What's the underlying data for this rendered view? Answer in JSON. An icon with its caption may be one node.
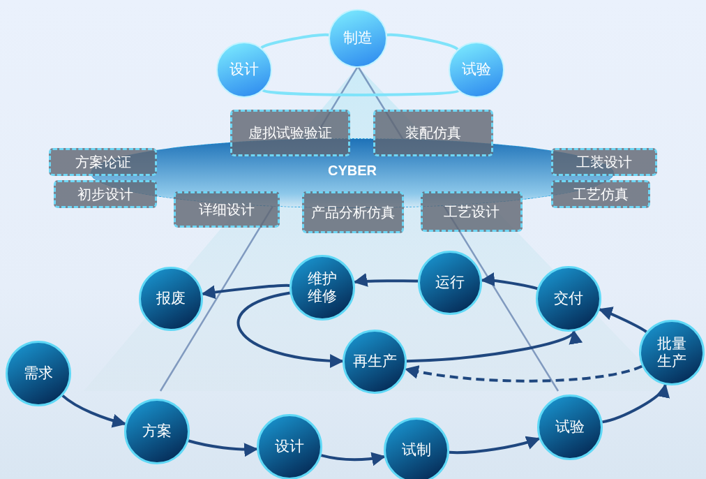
{
  "diagram": {
    "nodes": [
      {
        "text": [
          "设计"
        ]
      },
      {
        "text": [
          "制造"
        ]
      },
      {
        "text": [
          "试验"
        ]
      },
      {
        "text": [
          "CYBER"
        ]
      },
      {
        "text": [
          "虚拟试验验证"
        ]
      },
      {
        "text": [
          "装配仿真"
        ]
      },
      {
        "text": [
          "方案论证"
        ]
      },
      {
        "text": [
          "工装设计"
        ]
      },
      {
        "text": [
          "初步设计"
        ]
      },
      {
        "text": [
          "工艺仿真"
        ]
      },
      {
        "text": [
          "详细设计"
        ]
      },
      {
        "text": [
          "产品分析仿真"
        ]
      },
      {
        "text": [
          "工艺设计"
        ]
      },
      {
        "text": [
          "报废"
        ]
      },
      {
        "text": [
          "维护维修"
        ]
      },
      {
        "text": [
          "运行"
        ]
      },
      {
        "text": [
          "交付"
        ]
      },
      {
        "text": [
          "再生产"
        ]
      },
      {
        "text": [
          "批量生产"
        ]
      },
      {
        "text": [
          "需求"
        ]
      },
      {
        "text": [
          "方案"
        ]
      },
      {
        "text": [
          "设计"
        ]
      },
      {
        "text": [
          "试制"
        ]
      },
      {
        "text": [
          "试验"
        ]
      }
    ],
    "edges": [
      {
        "from": 0,
        "to": 1,
        "arrow": "none",
        "color": "#7fe3fa"
      },
      {
        "from": 1,
        "to": 2,
        "arrow": "none",
        "color": "#7fe3fa"
      },
      {
        "from": 2,
        "to": 0,
        "arrow": "none",
        "color": "#7fe3fa"
      },
      {
        "from": 19,
        "to": 20,
        "arrow": "to"
      },
      {
        "from": 20,
        "to": 21,
        "arrow": "to"
      },
      {
        "from": 21,
        "to": 22,
        "arrow": "to"
      },
      {
        "from": 22,
        "to": 23,
        "arrow": "to"
      },
      {
        "from": 23,
        "to": 18,
        "arrow": "to"
      },
      {
        "from": 18,
        "to": 16,
        "arrow": "to"
      },
      {
        "from": 16,
        "to": 15,
        "arrow": "to"
      },
      {
        "from": 15,
        "to": 14,
        "arrow": "to"
      },
      {
        "from": 14,
        "to": 13,
        "arrow": "to"
      },
      {
        "from": 14,
        "to": 17,
        "arrow": "to"
      },
      {
        "from": 17,
        "to": 16,
        "arrow": "to"
      },
      {
        "from": 18,
        "to": 17,
        "arrow": "to",
        "style": "dashed"
      }
    ]
  }
}
